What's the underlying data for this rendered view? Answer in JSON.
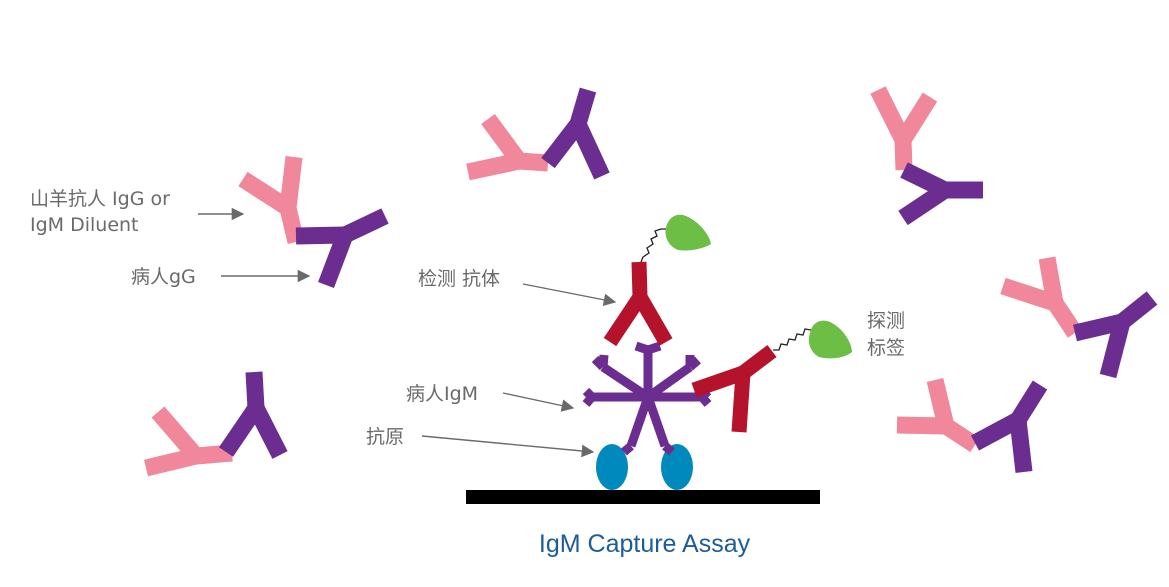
{
  "labels": {
    "goat_anti_human_line1": "山羊抗人 IgG or",
    "goat_anti_human_line2": "IgM Diluent",
    "patient_igg": "病人gG",
    "detection_antibody": "检测 抗体",
    "detection_label_line1": "探测",
    "detection_label_line2": "标签",
    "patient_igm": "病人IgM",
    "antigen": "抗原"
  },
  "title": "IgM Capture Assay",
  "colors": {
    "pink": "#f0879b",
    "purple": "#6b2d8f",
    "red": "#b5132b",
    "green": "#6cbe45",
    "blue": "#0089bd",
    "bar": "#000000",
    "label": "#6a6a6a",
    "arrow": "#6a6a6a",
    "title": "#1c5b9c"
  }
}
